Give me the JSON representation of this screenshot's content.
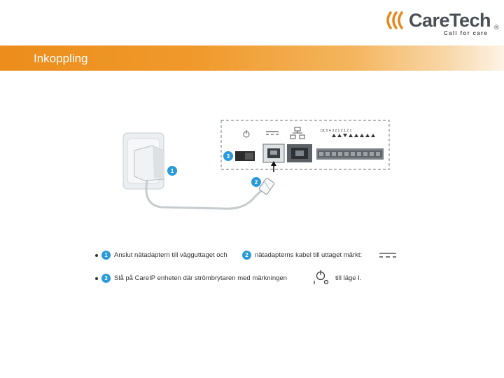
{
  "logo": {
    "wordmark": "CareTech",
    "registered": "®",
    "tagline": "Call for care"
  },
  "header": {
    "title": "Inkoppling"
  },
  "diagram": {
    "markers": [
      "1",
      "2",
      "3"
    ],
    "panel_led_labels": [
      "OL",
      "5",
      "4",
      "3",
      "2",
      "1",
      "Z",
      "1",
      "2",
      "1"
    ]
  },
  "instructions": [
    {
      "num_a": "1",
      "text_a": "Anslut nätadaptern till vägguttaget och",
      "num_b": "2",
      "text_b": "nätadapterns kabel till uttaget märkt:"
    },
    {
      "num_a": "3",
      "text_a": "Slå på CareIP enheten där strömbrytaren med märkningen",
      "text_b": "till läge I."
    }
  ],
  "colors": {
    "banner_orange": "#ec8d1c",
    "logo_orange": "#e8871e",
    "logo_gray": "#4b4f54",
    "marker_blue": "#2a9bd8"
  }
}
